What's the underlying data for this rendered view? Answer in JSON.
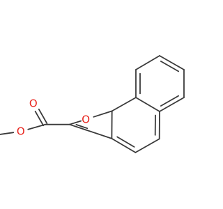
{
  "molecule": {
    "atom_labels": [
      {
        "id": "O1",
        "element": "O",
        "text": "O"
      },
      {
        "id": "O2",
        "element": "O",
        "text": "O"
      },
      {
        "id": "O3",
        "element": "O",
        "text": "O"
      }
    ]
  },
  "colors": {
    "background": "#ffffff",
    "bond": "#3a3a3a",
    "oxygen": "#e8231c"
  }
}
